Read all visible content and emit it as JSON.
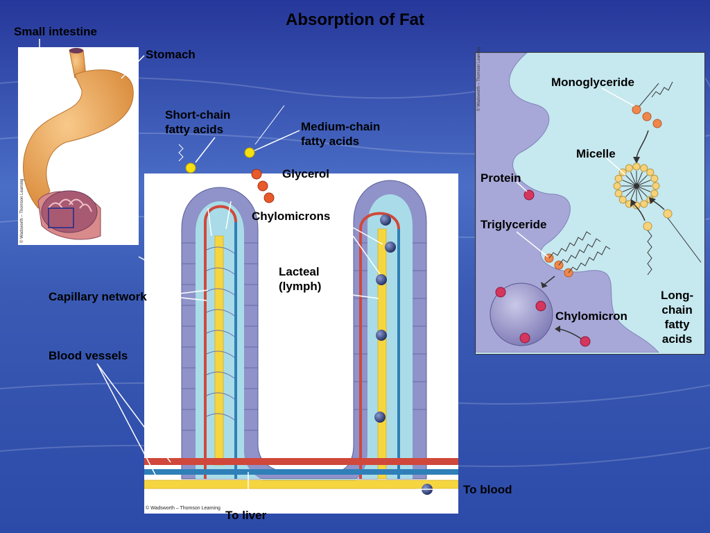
{
  "title": "Absorption of Fat",
  "labels": {
    "small_intestine": "Small intestine",
    "stomach": "Stomach",
    "short_chain": "Short-chain\nfatty acids",
    "medium_chain": "Medium-chain\nfatty acids",
    "glycerol": "Glycerol",
    "chylomicrons": "Chylomicrons",
    "lacteal": "Lacteal\n(lymph)",
    "capillary_network": "Capillary network",
    "blood_vessels": "Blood vessels",
    "to_liver": "To liver",
    "to_blood": "To blood",
    "monoglyceride": "Monoglyceride",
    "micelle": "Micelle",
    "protein": "Protein",
    "triglyceride": "Triglyceride",
    "chylomicron": "Chylomicron",
    "long_chain": "Long-\nchain\nfatty\nacids"
  },
  "copyright": {
    "main": "© Wadsworth – Thomson Learning",
    "stomach_panel": "© Wadsworth – Thomson Learning",
    "inset_panel": "© Wadsworth – Thomson Learning"
  },
  "colors": {
    "background_top": "#2a3f9a",
    "background_bottom": "#3f63b8",
    "stomach": "#e8a456",
    "epithelium": "#8f93c9",
    "lacteal": "#f5d640",
    "artery": "#d0483b",
    "vein": "#2f7fb8",
    "tissue": "#a9dce8",
    "inset_fluid": "#c6e8ef",
    "chylomicron_dot": "#2b3f78",
    "glycerol_dot": "#e85a2a",
    "short_chain_dot": "#f5e010",
    "micelle_head": "#f7d27a",
    "protein_dot": "#d4365e"
  }
}
